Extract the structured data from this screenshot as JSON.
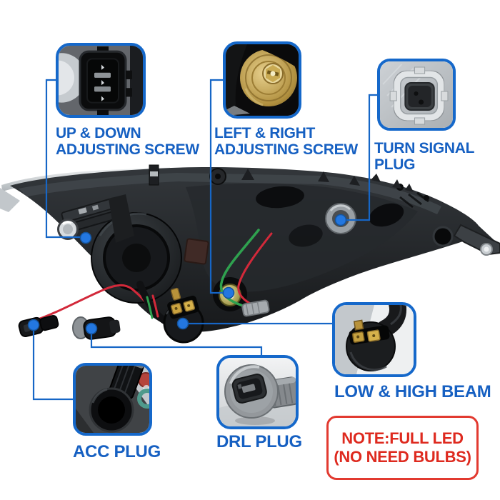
{
  "theme": {
    "background": "#ffffff",
    "accent_blue": "#1666c6",
    "label_blue": "#1660c2",
    "callout_border_blue": "#1568ca",
    "dot_blue": "#2377e0",
    "note_red": "#de2a1f",
    "note_border_red": "#e23a30",
    "wire_red": "#d2293a",
    "wire_green": "#2fa14f",
    "brass_gold": "#c9a84c"
  },
  "callouts": {
    "up_down": {
      "line1": "UP & DOWN",
      "line2": "ADJUSTING SCREW",
      "image": "adjuster-connector-closeup-photo"
    },
    "left_right": {
      "line1": "LEFT & RIGHT",
      "line2": "ADJUSTING SCREW",
      "image": "brass-adjusting-screw-closeup-photo"
    },
    "turn_signal": {
      "line1": "TURN SIGNAL",
      "line2": "PLUG",
      "image": "turn-signal-socket-closeup-photo"
    },
    "low_high_beam": {
      "line1": "LOW & HIGH BEAM",
      "image": "low-high-beam-plug-closeup-photo"
    },
    "acc": {
      "line1": "ACC PLUG",
      "image": "acc-plug-closeup-photo"
    },
    "drl": {
      "line1": "DRL PLUG",
      "image": "drl-plug-closeup-photo"
    }
  },
  "note": {
    "line1": "NOTE:FULL LED",
    "line2": "(NO NEED BULBS)"
  }
}
